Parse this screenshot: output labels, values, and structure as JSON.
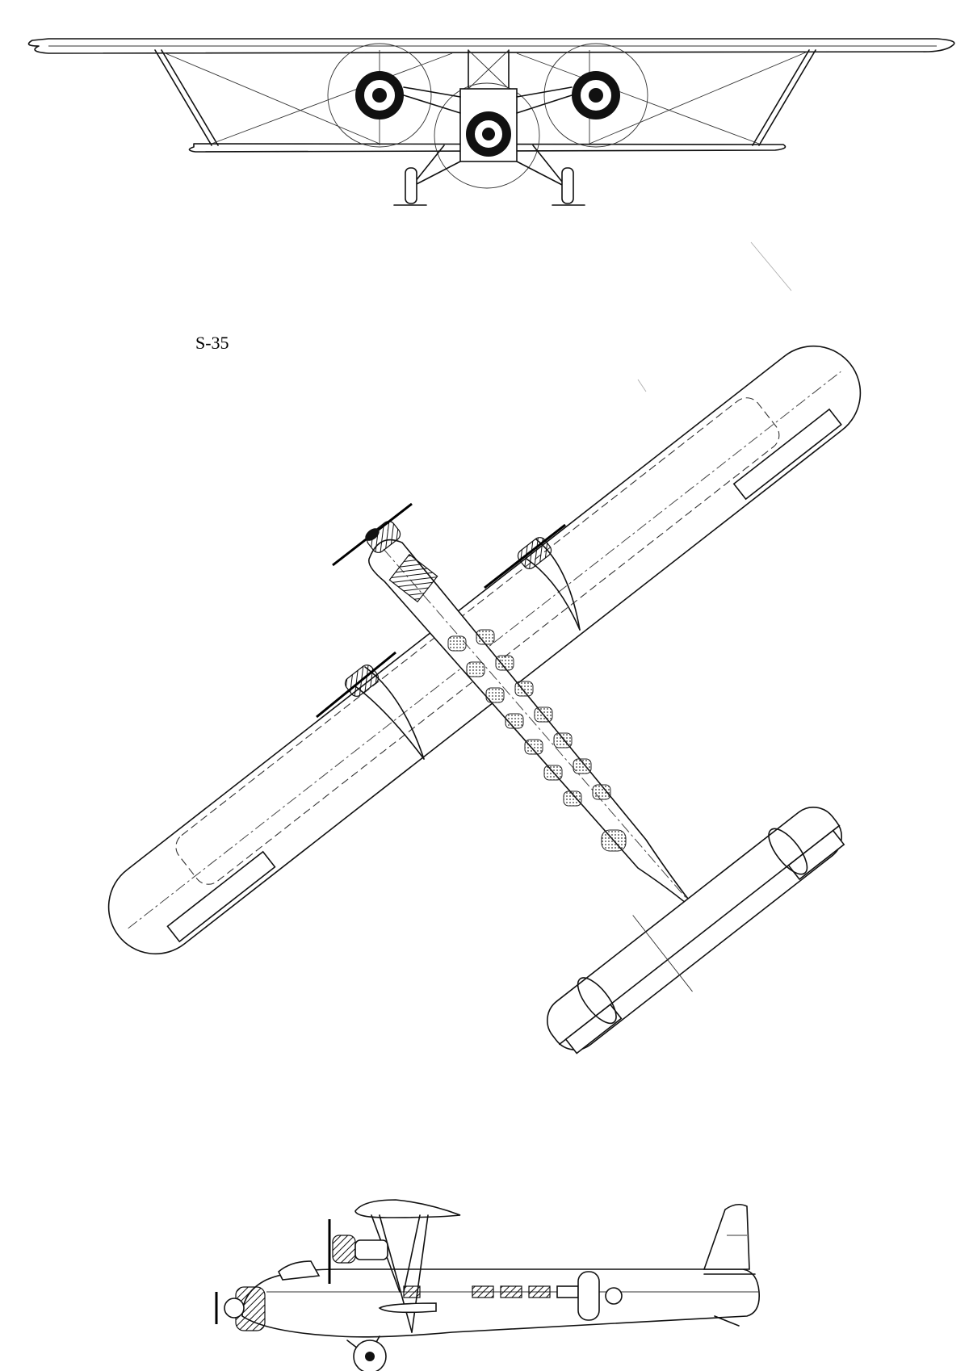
{
  "drawing": {
    "designation": "S-35",
    "views": [
      "front-view",
      "plan-view",
      "side-view"
    ]
  },
  "colors": {
    "ink": "#111111",
    "paper": "#ffffff"
  }
}
